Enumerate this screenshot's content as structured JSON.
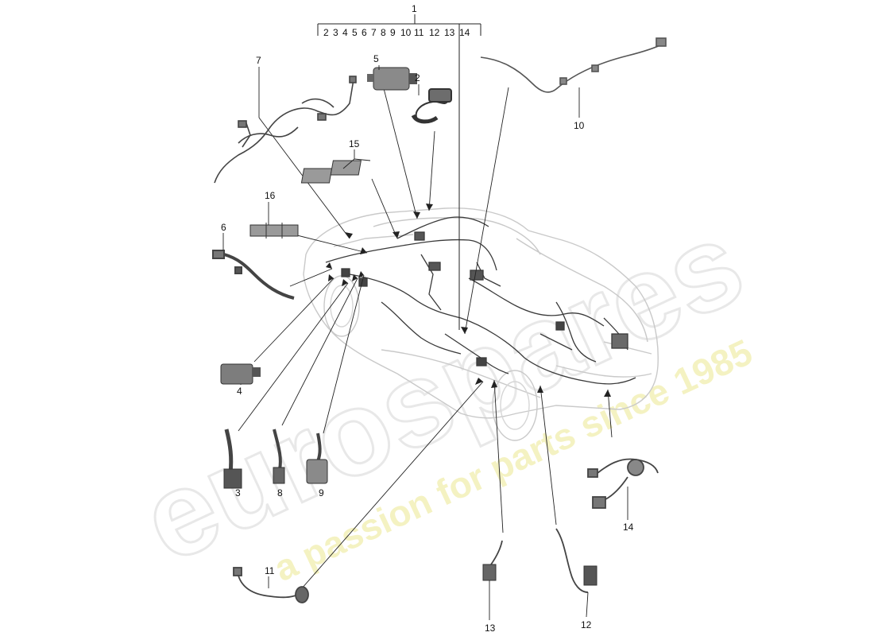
{
  "callouts": {
    "c1": "1",
    "c2": "2",
    "c3": "3",
    "c4": "4",
    "c5": "5",
    "c6": "6",
    "c7": "7",
    "c8": "8",
    "c9": "9",
    "c10": "10",
    "c11": "11",
    "c12": "12",
    "c13": "13",
    "c14": "14",
    "c15": "15",
    "c16": "16"
  },
  "group_sub_labels": [
    "2",
    "3",
    "4",
    "5",
    "6",
    "7",
    "8",
    "9",
    "10",
    "11",
    "12",
    "13",
    "14"
  ],
  "watermark": {
    "brand": "eurospares",
    "slogan": "a passion for parts since 1985"
  }
}
